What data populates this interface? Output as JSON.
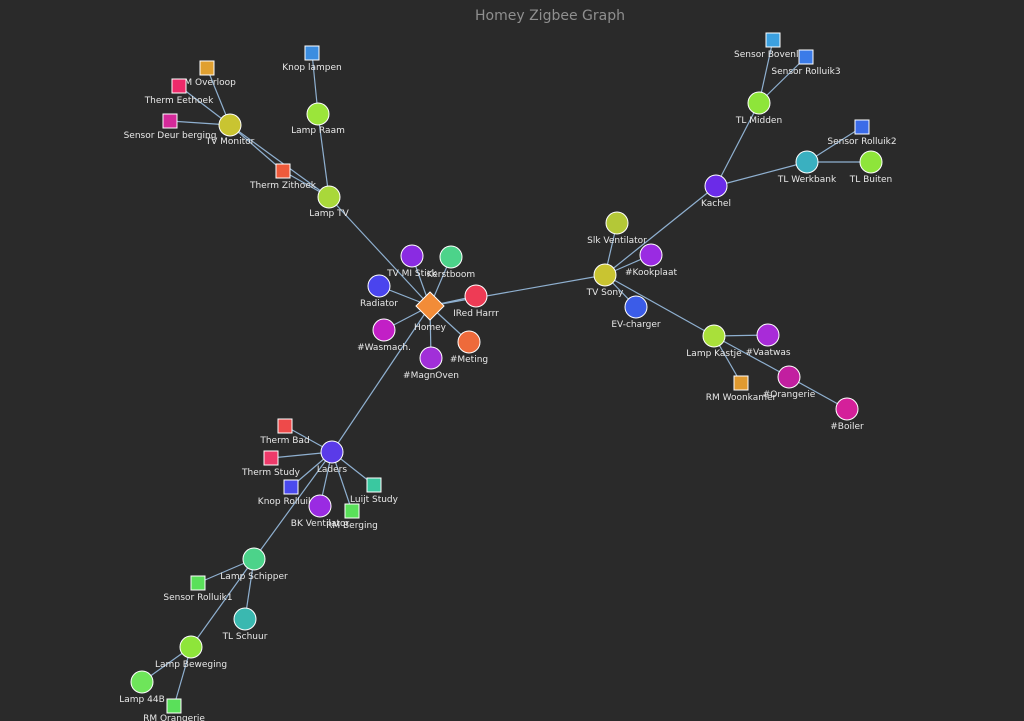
{
  "title": "Homey Zigbee Graph",
  "nodes": [
    {
      "id": "homey",
      "label": "Homey",
      "shape": "diamond",
      "color": "#f28c38"
    },
    {
      "id": "tvmi",
      "label": "TV MI Stick",
      "shape": "circle",
      "color": "#8a2be2"
    },
    {
      "id": "kerst",
      "label": "Kerstboom",
      "shape": "circle",
      "color": "#4cd38a"
    },
    {
      "id": "radiator",
      "label": "Radiator",
      "shape": "circle",
      "color": "#4a44ee"
    },
    {
      "id": "ired",
      "label": "IRed Harrr",
      "shape": "circle",
      "color": "#ee3b55"
    },
    {
      "id": "wasmach",
      "label": "#Wasmach.",
      "shape": "circle",
      "color": "#c21fc6"
    },
    {
      "id": "meting",
      "label": "#Meting",
      "shape": "circle",
      "color": "#ee6a3b"
    },
    {
      "id": "magnoven",
      "label": "#MagnOven",
      "shape": "circle",
      "color": "#a12fd8"
    },
    {
      "id": "lamptv",
      "label": "Lamp TV",
      "shape": "circle",
      "color": "#a9d83a"
    },
    {
      "id": "lampraam",
      "label": "Lamp Raam",
      "shape": "circle",
      "color": "#9be53a"
    },
    {
      "id": "knoplampen",
      "label": "Knop lampen",
      "shape": "square",
      "color": "#3b8de0"
    },
    {
      "id": "thermzit",
      "label": "Therm Zithoek",
      "shape": "square",
      "color": "#ee5a3b"
    },
    {
      "id": "tvmonitor",
      "label": "TV Monitor",
      "shape": "circle",
      "color": "#c9c431"
    },
    {
      "id": "rmoverloop",
      "label": "RM Overloop",
      "shape": "square",
      "color": "#e0a030"
    },
    {
      "id": "thermeet",
      "label": "Therm Eethoek",
      "shape": "square",
      "color": "#ee2a6a"
    },
    {
      "id": "sensordeur",
      "label": "Sensor Deur berging",
      "shape": "square",
      "color": "#d42a9a"
    },
    {
      "id": "tvsony",
      "label": "TV Sony",
      "shape": "circle",
      "color": "#c9c431"
    },
    {
      "id": "slkvent",
      "label": "Slk Ventilator",
      "shape": "circle",
      "color": "#b4c837"
    },
    {
      "id": "kookplaat",
      "label": "#Kookplaat",
      "shape": "circle",
      "color": "#9a2be2"
    },
    {
      "id": "evcharger",
      "label": "EV-charger",
      "shape": "circle",
      "color": "#3b5ce8"
    },
    {
      "id": "kachel",
      "label": "Kachel",
      "shape": "circle",
      "color": "#6b2be8"
    },
    {
      "id": "tlmidden",
      "label": "TL Midden",
      "shape": "circle",
      "color": "#8ee53a"
    },
    {
      "id": "sensorboven",
      "label": "Sensor Bovenluik",
      "shape": "square",
      "color": "#3ba0e0"
    },
    {
      "id": "sensorr3",
      "label": "Sensor Rolluik3",
      "shape": "square",
      "color": "#3b7be8"
    },
    {
      "id": "tlwerk",
      "label": "TL Werkbank",
      "shape": "circle",
      "color": "#3ab0c0"
    },
    {
      "id": "sensorr2",
      "label": "Sensor Rolluik2",
      "shape": "square",
      "color": "#3b6be8"
    },
    {
      "id": "tlbuiten",
      "label": "TL Buiten",
      "shape": "circle",
      "color": "#8ee53a"
    },
    {
      "id": "lampkastje",
      "label": "Lamp Kastje",
      "shape": "circle",
      "color": "#a9e03a"
    },
    {
      "id": "vaatwas",
      "label": "#Vaatwas",
      "shape": "circle",
      "color": "#a82bd8"
    },
    {
      "id": "rmwoon",
      "label": "RM Woonkamer",
      "shape": "square",
      "color": "#e09a30"
    },
    {
      "id": "orangerie",
      "label": "#Orangerie",
      "shape": "circle",
      "color": "#c21fa0"
    },
    {
      "id": "boiler",
      "label": "#Boiler",
      "shape": "circle",
      "color": "#d4209a"
    },
    {
      "id": "laders",
      "label": "Laders",
      "shape": "circle",
      "color": "#5a3be8"
    },
    {
      "id": "thermbad",
      "label": "Therm Bad",
      "shape": "square",
      "color": "#ee4a4a"
    },
    {
      "id": "thermstudy",
      "label": "Therm Study",
      "shape": "square",
      "color": "#ee3a6a"
    },
    {
      "id": "knoprolluiken",
      "label": "Knop Rolluiken",
      "shape": "square",
      "color": "#4a4aee"
    },
    {
      "id": "luijtstudy",
      "label": "Luijt Study",
      "shape": "square",
      "color": "#3ac8a0"
    },
    {
      "id": "bkvent",
      "label": "BK Ventilator",
      "shape": "circle",
      "color": "#9a2be2"
    },
    {
      "id": "rmberging",
      "label": "RM Berging",
      "shape": "square",
      "color": "#5ae05a"
    },
    {
      "id": "lampschipper",
      "label": "Lamp Schipper",
      "shape": "circle",
      "color": "#4cd38a"
    },
    {
      "id": "sensorr1",
      "label": "Sensor Rolluik1",
      "shape": "square",
      "color": "#5ae05a"
    },
    {
      "id": "tlschuur",
      "label": "TL Schuur",
      "shape": "circle",
      "color": "#3ab8b0"
    },
    {
      "id": "lampbeweging",
      "label": "Lamp Beweging",
      "shape": "circle",
      "color": "#8ee53a"
    },
    {
      "id": "lamp44b",
      "label": "Lamp 44B",
      "shape": "circle",
      "color": "#6ee55a"
    },
    {
      "id": "rmorangerie",
      "label": "RM Orangerie",
      "shape": "square",
      "color": "#5ae05a"
    }
  ],
  "edges": [
    [
      "homey",
      "tvmi"
    ],
    [
      "homey",
      "kerst"
    ],
    [
      "homey",
      "radiator"
    ],
    [
      "homey",
      "ired"
    ],
    [
      "homey",
      "wasmach"
    ],
    [
      "homey",
      "meting"
    ],
    [
      "homey",
      "magnoven"
    ],
    [
      "homey",
      "lamptv"
    ],
    [
      "homey",
      "tvsony"
    ],
    [
      "homey",
      "laders"
    ],
    [
      "lamptv",
      "lampraam"
    ],
    [
      "lampraam",
      "knoplampen"
    ],
    [
      "lamptv",
      "thermzit"
    ],
    [
      "lamptv",
      "tvmonitor"
    ],
    [
      "thermzit",
      "tvmonitor"
    ],
    [
      "tvmonitor",
      "rmoverloop"
    ],
    [
      "tvmonitor",
      "thermeet"
    ],
    [
      "tvmonitor",
      "sensordeur"
    ],
    [
      "tvsony",
      "slkvent"
    ],
    [
      "tvsony",
      "kookplaat"
    ],
    [
      "tvsony",
      "evcharger"
    ],
    [
      "tvsony",
      "kachel"
    ],
    [
      "tvsony",
      "lampkastje"
    ],
    [
      "kachel",
      "tlmidden"
    ],
    [
      "tlmidden",
      "sensorboven"
    ],
    [
      "tlmidden",
      "sensorr3"
    ],
    [
      "kachel",
      "tlwerk"
    ],
    [
      "tlwerk",
      "sensorr2"
    ],
    [
      "tlwerk",
      "tlbuiten"
    ],
    [
      "lampkastje",
      "vaatwas"
    ],
    [
      "lampkastje",
      "rmwoon"
    ],
    [
      "lampkastje",
      "orangerie"
    ],
    [
      "orangerie",
      "boiler"
    ],
    [
      "laders",
      "thermbad"
    ],
    [
      "laders",
      "thermstudy"
    ],
    [
      "laders",
      "knoprolluiken"
    ],
    [
      "laders",
      "luijtstudy"
    ],
    [
      "laders",
      "bkvent"
    ],
    [
      "laders",
      "rmberging"
    ],
    [
      "laders",
      "lampschipper"
    ],
    [
      "lampschipper",
      "sensorr1"
    ],
    [
      "lampschipper",
      "tlschuur"
    ],
    [
      "lampschipper",
      "lampbeweging"
    ],
    [
      "lampbeweging",
      "lamp44b"
    ],
    [
      "lampbeweging",
      "rmorangerie"
    ]
  ]
}
